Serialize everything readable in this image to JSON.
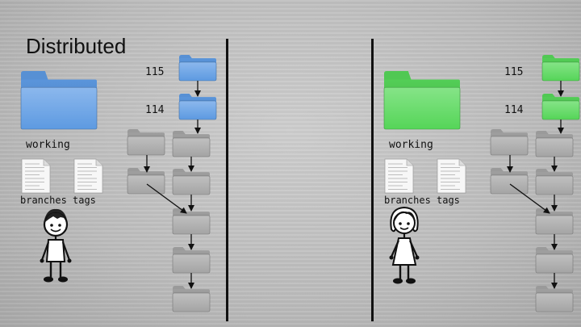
{
  "slide": {
    "title": "Distributed",
    "left": {
      "rev_top": "115",
      "rev_second": "114",
      "working_label": "working",
      "branches_label": "branches",
      "tags_label": "tags"
    },
    "right": {
      "rev_top": "115",
      "rev_second": "114",
      "working_label": "working",
      "branches_label": "branches",
      "tags_label": "tags"
    }
  },
  "colors": {
    "left_accent": "#5f9de6",
    "right_accent": "#57d95a",
    "repo_folder": "#a7a7a7",
    "arrow": "#111111"
  },
  "icons": {
    "folder": "folder-icon",
    "document": "document-icon",
    "boy": "boy-stick-figure-icon",
    "girl": "girl-stick-figure-icon"
  }
}
